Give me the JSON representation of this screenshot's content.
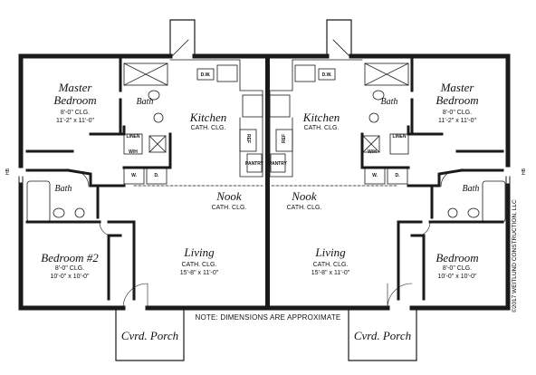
{
  "unit_left": {
    "master_bedroom": {
      "name": "Master\nBedroom",
      "ceiling": "8'-0\" CLG.",
      "size": "11'-2\" x 11'-0\""
    },
    "bath_top": "Bath",
    "bath_bottom": "Bath",
    "kitchen": {
      "name": "Kitchen",
      "ceiling": "CATH. CLG."
    },
    "nook": {
      "name": "Nook",
      "ceiling": "CATH. CLG."
    },
    "living": {
      "name": "Living",
      "ceiling": "CATH. CLG.",
      "size": "15'-8\" x 11'-0\""
    },
    "bedroom2": {
      "name": "Bedroom #2",
      "ceiling": "8'-0\" CLG.",
      "size": "10'-0\" x 10'-0\""
    },
    "porch": "Cvrd. Porch",
    "appliances": {
      "dw": "D.W.",
      "ref": "REF",
      "pantry": "PANTRY",
      "linen": "LINEN",
      "wh": "W/H",
      "washer": "W.",
      "dryer": "D."
    }
  },
  "unit_right": {
    "master_bedroom": {
      "name": "Master\nBedroom",
      "ceiling": "8'-0\" CLG.",
      "size": "11'-2\" x 11'-0\""
    },
    "bath_top": "Bath",
    "bath_bottom": "Bath",
    "kitchen": {
      "name": "Kitchen",
      "ceiling": "CATH. CLG."
    },
    "nook": {
      "name": "Nook",
      "ceiling": "CATH. CLG."
    },
    "living": {
      "name": "Living",
      "ceiling": "CATH. CLG.",
      "size": "15'-8\" x 11'-0\""
    },
    "bedroom": {
      "name": "Bedroom",
      "ceiling": "8'-0\" CLG.",
      "size": "10'-0\" x 10'-0\""
    },
    "porch": "Cvrd. Porch",
    "appliances": {
      "dw": "D.W.",
      "ref": "REF",
      "pantry": "PANTRY",
      "linen": "LINEN",
      "wh": "W/H",
      "washer": "W.",
      "dryer": "D."
    }
  },
  "hb_left": "HB",
  "hb_right": "HB",
  "note": "NOTE: DIMENSIONS ARE APPROXIMATE",
  "copyright": "©2017 WEITLUND CONSTRUCTION, LLC",
  "colors": {
    "wall": "#1a1a1a",
    "line": "#333333",
    "background": "#ffffff"
  }
}
